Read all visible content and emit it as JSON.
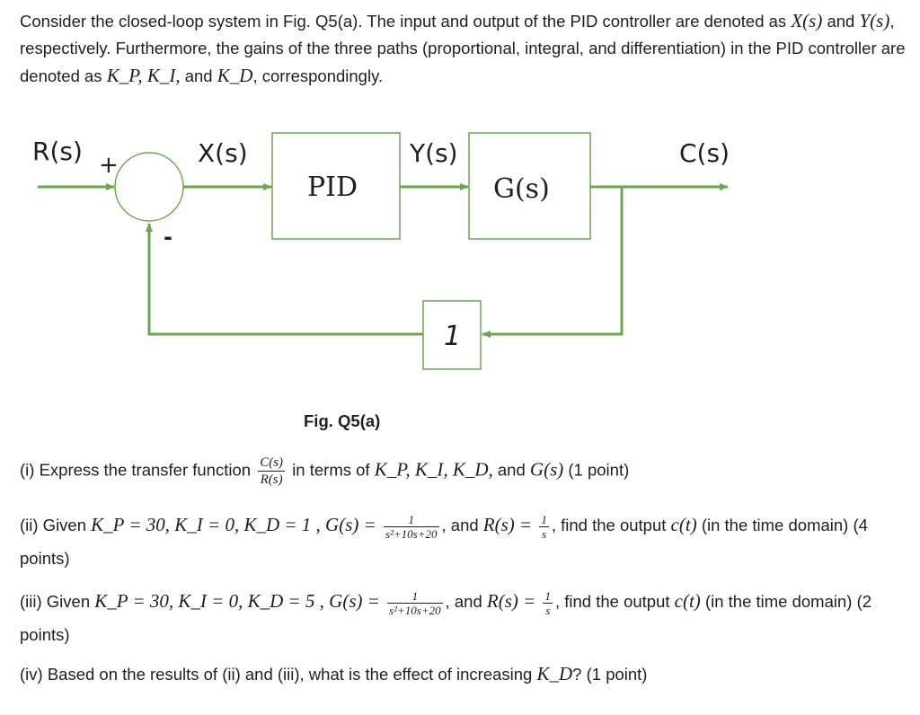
{
  "intro": {
    "t1": "Consider the closed-loop system in Fig. Q5(a). The input and output of the PID controller are denoted as",
    "x_sym": "X(s)",
    "t2": "and",
    "y_sym": "Y(s)",
    "t3": ", respectively. Furthermore, the gains of the three paths (proportional, integral, and differentiation) in the PID controller are denoted as",
    "gains": "K_P, K_I,",
    "t4": "and",
    "kd": "K_D",
    "t5": ", correspondingly."
  },
  "diagram": {
    "r_label": "R(s)",
    "plus_sign": "+",
    "minus_sign": "-",
    "x_label": "X(s)",
    "pid_label": "PID",
    "y_label": "Y(s)",
    "g_label": "G(s)",
    "c_label": "C(s)",
    "feedback_gain": "1",
    "line_color": "#6aa84f"
  },
  "caption": "Fig. Q5(a)",
  "q1": {
    "pre": "(i) Express the transfer function",
    "frac_num": "C(s)",
    "frac_den": "R(s)",
    "mid": "in terms of",
    "gains": "K_P, K_I, K_D,",
    "and": "and",
    "g": "G(s)",
    "post": "(1 point)"
  },
  "q2": {
    "pre": "(ii) Given",
    "params": "K_P = 30, K_I = 0, K_D = 1 , G(s) =",
    "g_num": "1",
    "g_den": "s²+10s+20",
    "and": ", and",
    "r_eq": "R(s) =",
    "r_num": "1",
    "r_den": "s",
    "post": ", find the output",
    "c": "c(t)",
    "tail": "(in the time domain) (4 points)"
  },
  "q3": {
    "pre": "(iii) Given",
    "params": "K_P = 30, K_I = 0, K_D = 5 , G(s) =",
    "g_num": "1",
    "g_den": "s²+10s+20",
    "and": ", and",
    "r_eq": "R(s) =",
    "r_num": "1",
    "r_den": "s",
    "post": ", find the output",
    "c": "c(t)",
    "tail": "(in the time domain) (2 points)"
  },
  "q4": {
    "pre": "(iv) Based on the results of (ii) and (iii), what is the effect of increasing",
    "kd": "K_D",
    "post": "? (1 point)"
  }
}
